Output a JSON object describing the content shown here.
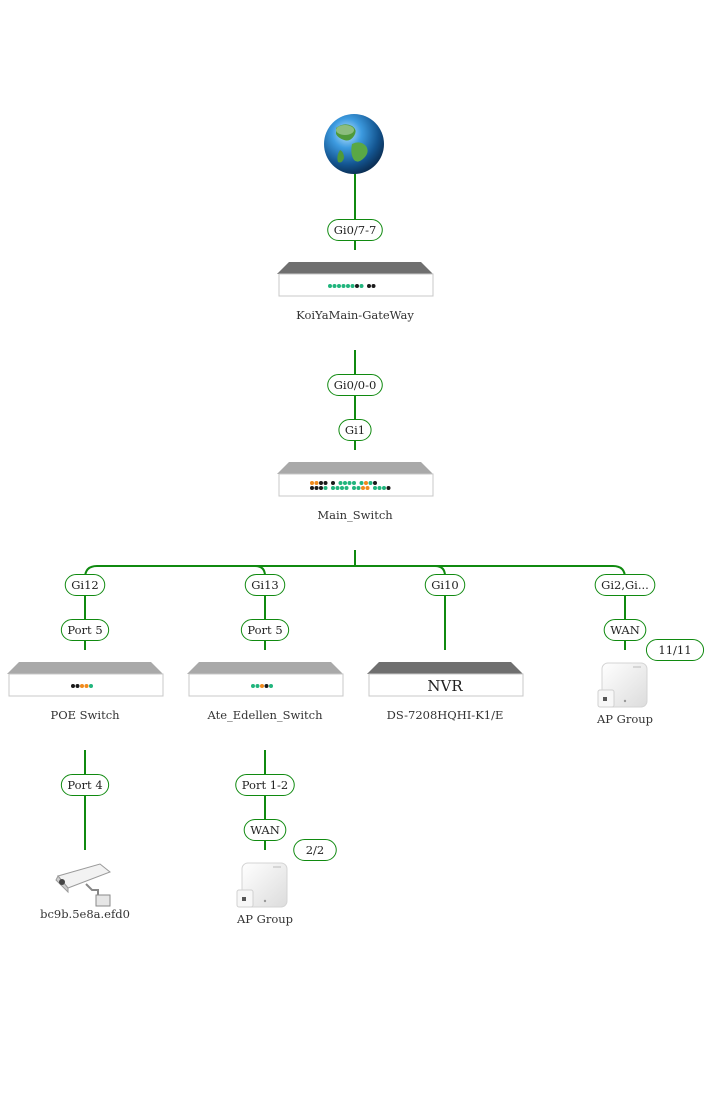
{
  "colors": {
    "link": "#108a10",
    "pill_border": "#108a10",
    "device_top": "#a9a9a9",
    "device_top_dark": "#6f6f6f",
    "device_body_border": "#c8c8c8",
    "led_green": "#21b57d",
    "led_black": "#1a1a1a",
    "led_orange": "#f08a1c"
  },
  "internet": {
    "icon": "globe-icon"
  },
  "gateway": {
    "name": "KoiYaMain-GateWay",
    "uplink_port": "Gi0/7-7",
    "downlink_port": "Gi0/0-0",
    "icon": "router-icon"
  },
  "main_switch": {
    "name": "Main_Switch",
    "uplink_port": "Gi1",
    "icon": "switch-icon"
  },
  "branches": [
    {
      "id": "poe",
      "parent_port": "Gi12",
      "child_port": "Port 5",
      "name": "POE Switch",
      "type": "switch",
      "icon": "switch-icon",
      "children": [
        {
          "id": "camera",
          "port": "Port 4",
          "name": "bc9b.5e8a.efd0",
          "type": "camera",
          "icon": "camera-icon"
        }
      ]
    },
    {
      "id": "ate",
      "parent_port": "Gi13",
      "child_port": "Port 5",
      "name": "Ate_Edellen_Switch",
      "type": "switch",
      "icon": "switch-icon",
      "children": [
        {
          "id": "apgroup2",
          "port": "Port 1-2",
          "child_port": "WAN",
          "name": "AP Group",
          "count": "2/2",
          "type": "ap",
          "icon": "access-point-icon"
        }
      ]
    },
    {
      "id": "nvr",
      "parent_port": "Gi10",
      "name": "DS-7208HQHI-K1/E",
      "device_text": "NVR",
      "type": "nvr",
      "icon": "nvr-icon"
    },
    {
      "id": "apgroup1",
      "parent_port": "Gi2,Gi...",
      "child_port": "WAN",
      "name": "AP Group",
      "count": "11/11",
      "type": "ap",
      "icon": "access-point-icon"
    }
  ]
}
